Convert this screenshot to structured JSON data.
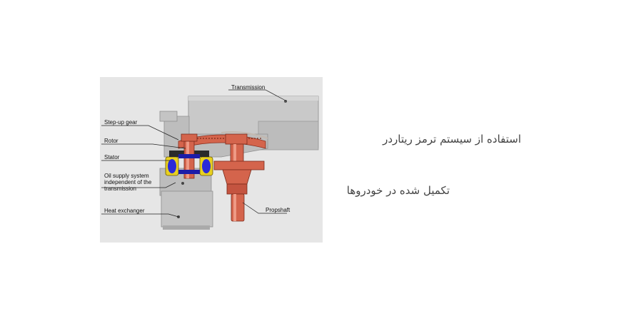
{
  "diagram": {
    "labels": {
      "transmission": "Transmission",
      "step_up_gear": "Step-up gear",
      "rotor": "Rotor",
      "stator": "Stator",
      "oil_supply": "Oil supply system independent of the transmission",
      "heat_exchanger": "Heat exchanger",
      "propshaft": "Propshaft"
    },
    "colors": {
      "panel": "#e6e6e6",
      "housing": "#c9c9c9",
      "housing_dark": "#a9a9a9",
      "copper": "#d4644c",
      "copper_light": "#ee9a85",
      "coil_yellow": "#e8d020",
      "coil_blue": "#2a2ad8",
      "rotor_blue": "#1c1ca8"
    }
  },
  "captions": {
    "line1": "استفاده از سیستم ترمز ریتاردر",
    "line2": "تکمیل شده در خودروها"
  }
}
